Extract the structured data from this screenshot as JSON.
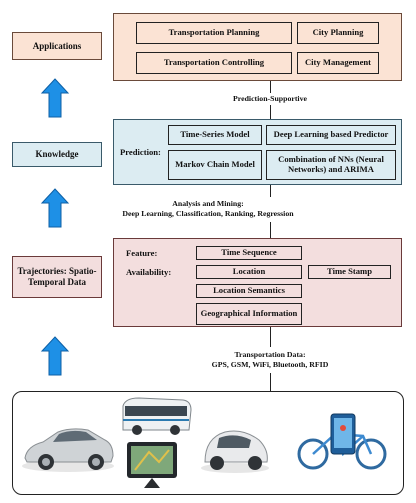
{
  "applications": {
    "label": "Applications",
    "cells": [
      "Transportation Planning",
      "City Planning",
      "Transportation Controlling",
      "City Management"
    ]
  },
  "connector1": "Prediction-Supportive",
  "knowledge": {
    "label": "Knowledge",
    "prediction_label": "Prediction:",
    "cells": [
      "Time-Series Model",
      "Deep Learning based Predictor",
      "Markov Chain Model",
      "Combination of NNs (Neural Networks) and ARIMA"
    ]
  },
  "connector2": {
    "line1": "Analysis and Mining:",
    "line2": "Deep Learning, Classification, Ranking, Regression"
  },
  "trajectories": {
    "label": "Trajectories: Spatio-Temporal Data",
    "feature_label": "Feature:",
    "availability_label": "Availability:",
    "cells": [
      "Time Sequence",
      "Location",
      "Time Stamp",
      "Location Semantics",
      "Geographical Information"
    ]
  },
  "connector3": {
    "line1": "Transportation Data:",
    "line2": "GPS, GSM, WiFi, Bluetooth, RFID"
  },
  "colors": {
    "peach": "#fbe3d4",
    "blue": "#dcecf2",
    "pink": "#f3dede",
    "arrow": "#1e90e6"
  }
}
